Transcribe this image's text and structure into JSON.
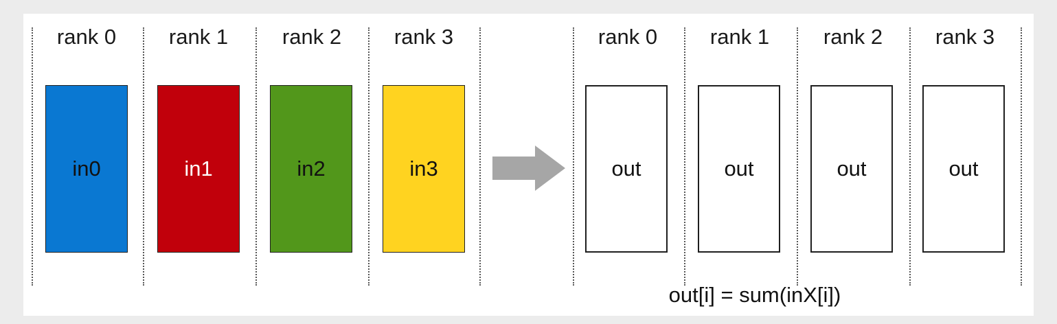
{
  "before": {
    "ranks": [
      {
        "label": "rank 0",
        "buffer": "in0",
        "color": "#0a78d2",
        "text_color": "#111111"
      },
      {
        "label": "rank 1",
        "buffer": "in1",
        "color": "#c1000b",
        "text_color": "#ffffff"
      },
      {
        "label": "rank 2",
        "buffer": "in2",
        "color": "#52971b",
        "text_color": "#111111"
      },
      {
        "label": "rank 3",
        "buffer": "in3",
        "color": "#ffd320",
        "text_color": "#111111"
      }
    ]
  },
  "after": {
    "ranks": [
      {
        "label": "rank 0",
        "buffer": "out",
        "color": "#ffffff",
        "text_color": "#111111"
      },
      {
        "label": "rank 1",
        "buffer": "out",
        "color": "#ffffff",
        "text_color": "#111111"
      },
      {
        "label": "rank 2",
        "buffer": "out",
        "color": "#ffffff",
        "text_color": "#111111"
      },
      {
        "label": "rank 3",
        "buffer": "out",
        "color": "#ffffff",
        "text_color": "#111111"
      }
    ]
  },
  "arrow_color": "#a6a6a6",
  "formula": "out[i] = sum(inX[i])"
}
